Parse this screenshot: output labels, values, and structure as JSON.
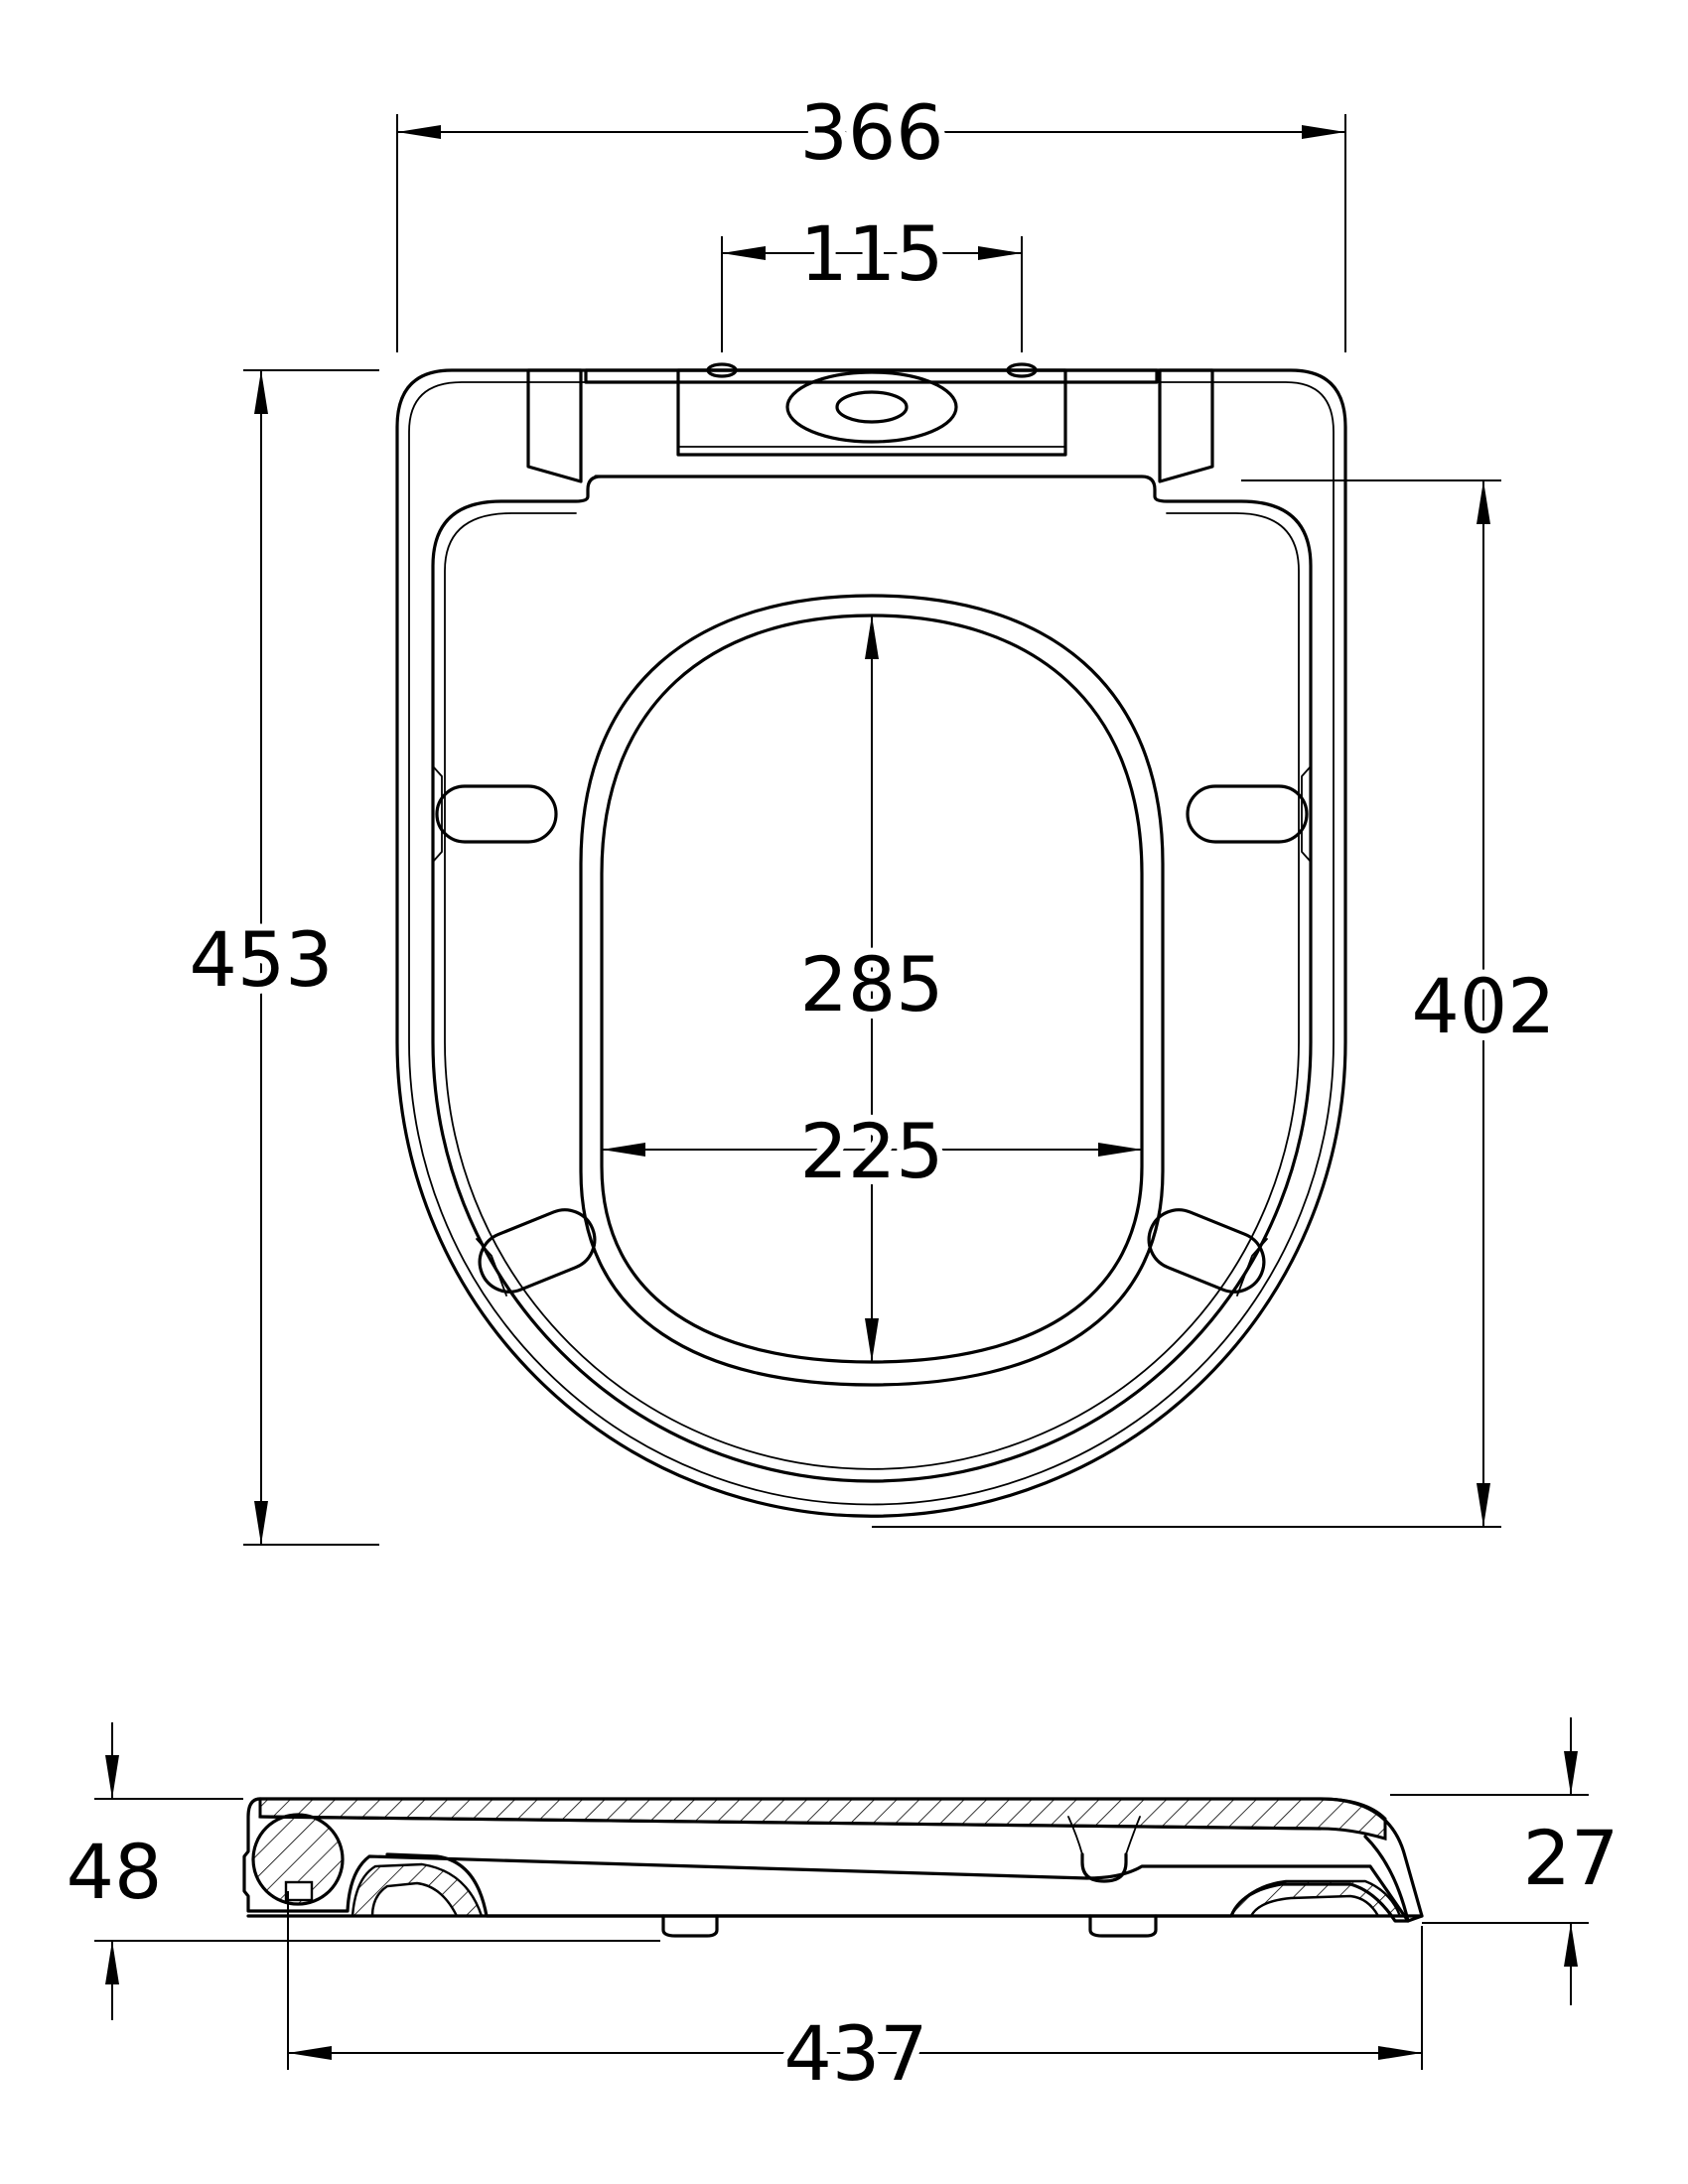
{
  "dimensions": {
    "overall_width": "366",
    "hinge_centres": "115",
    "overall_length": "453",
    "seat_length": "402",
    "opening_length": "285",
    "opening_width": "225",
    "overall_height": "48",
    "front_height": "27",
    "side_length": "437"
  },
  "colors": {
    "line": "#000000",
    "background": "#ffffff"
  }
}
